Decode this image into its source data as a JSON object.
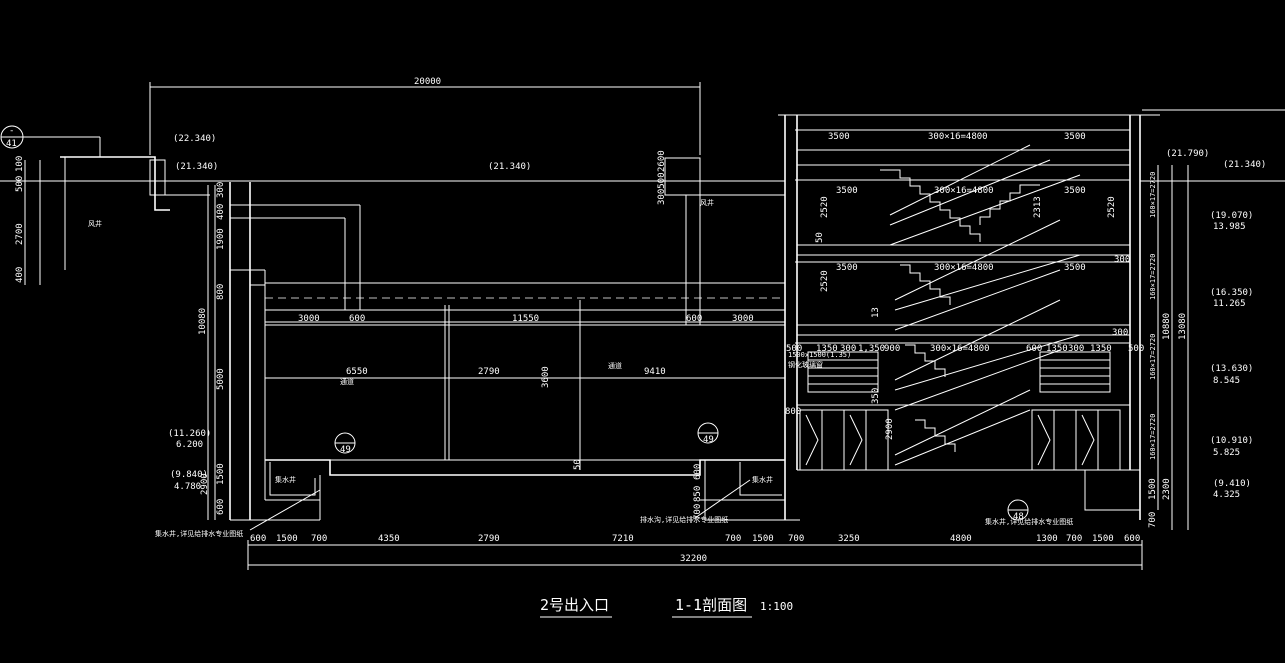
{
  "title": {
    "main": "2号出入口",
    "section": "1-1剖面图",
    "scale": "1:100"
  },
  "elevations": {
    "e1": "(22.340)",
    "e2": "(21.340)",
    "e3": "(21.340)",
    "e4": "(21.790)",
    "e5": "(21.340)",
    "e6": "(11.260)",
    "e6b": "6.200",
    "e7": "(9.840)",
    "e7b": "4.780",
    "e8": "(19.070)",
    "e8b": "13.985",
    "e9": "(16.350)",
    "e9b": "11.265",
    "e10": "(13.630)",
    "e10b": "8.545",
    "e11": "(10.910)",
    "e11b": "5.825",
    "e12": "(9.410)",
    "e12b": "4.325"
  },
  "dims_top": {
    "overall": "20000",
    "d3000a": "3000",
    "d600a": "600",
    "d11550": "11550",
    "d600b": "600",
    "d3000b": "3000",
    "d6550": "6550",
    "d2790": "2790",
    "d9410": "9410",
    "d3600": "3600",
    "d50": "50"
  },
  "stair": {
    "s3500a": "3500",
    "s4800a": "300×16=4800",
    "s3500b": "3500",
    "s3500c": "3500",
    "s4800b": "300×16=4800",
    "s3500d": "3500",
    "s3500e": "3500",
    "s4800c": "300×16=4800",
    "s3500f": "3500",
    "s4800d": "300×16=4800",
    "h2520a": "2520",
    "h2520b": "2520",
    "h2520c": "2520",
    "h2313": "2313",
    "h13": "13",
    "h50": "50",
    "d1350a": "1350",
    "d300a": "300",
    "d1350b": "1,350",
    "d900": "900",
    "d1350c": "1350",
    "d300b": "300",
    "d1350d": "1350",
    "d600s": "600",
    "d500a": "500",
    "d500b": "500",
    "d300c": "300",
    "d300d": "300",
    "d800": "800",
    "d2900": "2900",
    "d350": "350"
  },
  "dims_right": {
    "r1": "160×17=2720",
    "r2": "160×17=2720",
    "r3": "160×17=2720",
    "r4": "160×17=2720",
    "r1500": "1500",
    "r2300": "2300",
    "r700": "700",
    "r10880": "10880",
    "r13080": "13080"
  },
  "dims_left": {
    "l100": "100",
    "l500": "500",
    "l2700": "2700",
    "l400": "400",
    "l1900": "1900",
    "l800": "800",
    "l10080": "10080",
    "l5000": "5000",
    "l1500": "1500",
    "l2900": "2900",
    "l600": "600",
    "l400b": "400",
    "l300": "300",
    "r600": "600",
    "r850": "850",
    "r700": "700",
    "r300500": "300500",
    "r2600": "2600"
  },
  "dims_bottom": {
    "b600a": "600",
    "b1500a": "1500",
    "b700a": "700",
    "b4350": "4350",
    "b2790": "2790",
    "b7210": "7210",
    "b700b": "700",
    "b1500b": "1500",
    "b700c": "700",
    "b3250": "3250",
    "b4800": "4800",
    "b1300": "1300",
    "b700d": "700",
    "b1500c": "1500",
    "b600b": "600",
    "overall": "32200"
  },
  "callouts": {
    "c41top": "-",
    "c41bot": "41",
    "c49a": "49",
    "c49b": "49",
    "c48": "48",
    "window": "1500x1500(1.35)",
    "window2": "钢化玻璃窗",
    "note_left": "集水井,详见给排水专业图纸",
    "note_mid": "排水沟,详见给排水专业图纸",
    "note_right": "集水井,详见给排水专业图纸",
    "room1": "风井",
    "room2": "风井",
    "room3": "通道",
    "room4": "通道",
    "room5": "集水井",
    "room6": "集水井"
  }
}
